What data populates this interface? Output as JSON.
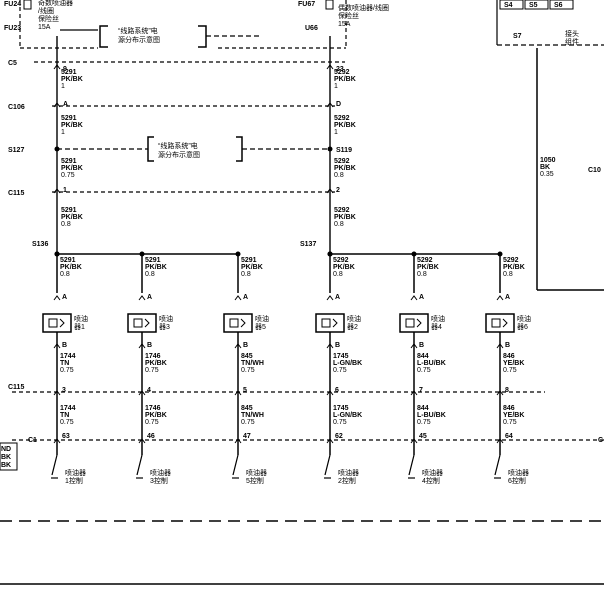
{
  "fuses": {
    "left": {
      "name": "FU24",
      "lines": [
        "奇数喷油器",
        "/线圈",
        "保险丝",
        "15A"
      ]
    },
    "right": {
      "name": "FU67",
      "lines": [
        "偶数喷油器/线圈",
        "保险丝",
        "15A"
      ]
    },
    "left_lower_name": "FU23",
    "right_lower_name": "U66"
  },
  "notes": {
    "power_dist": [
      "“线路系统”电",
      "源分布示意图"
    ],
    "splice_dist": [
      "“线路系统”电",
      "源分布示意图"
    ]
  },
  "trunk_left": {
    "pins": {
      "c5": "9",
      "c106": "A",
      "s127": "",
      "c115": "1"
    },
    "segments": [
      [
        "5291",
        "PK/BK",
        "1"
      ],
      [
        "5291",
        "PK/BK",
        "1"
      ],
      [
        "5291",
        "PK/BK",
        "0.75"
      ],
      [
        "5291",
        "PK/BK",
        "0.8"
      ]
    ]
  },
  "trunk_right": {
    "pins": {
      "c5": "23",
      "c106": "D",
      "s119": "",
      "c115": "2"
    },
    "segments": [
      [
        "5292",
        "PK/BK",
        "1"
      ],
      [
        "5292",
        "PK/BK",
        "1"
      ],
      [
        "5292",
        "PK/BK",
        "0.8"
      ],
      [
        "5292",
        "PK/BK",
        "0.8"
      ]
    ]
  },
  "connectors": {
    "c5": "C5",
    "c106": "C106",
    "s127": "S127",
    "s119": "S119",
    "c115": "C115",
    "s136": "S136",
    "s137": "S137",
    "c115b": "C115",
    "c1": "C1",
    "c1r": "C"
  },
  "injectors": [
    {
      "name": [
        "喷油",
        "器1"
      ],
      "in": [
        "5291",
        "PK/BK",
        "0.8"
      ],
      "out": [
        "1744",
        "TN",
        "0.75"
      ],
      "pin_c115": "3",
      "wire_c1": [
        "1744",
        "TN",
        "0.75"
      ],
      "pin_c1": "63",
      "ctrl": [
        "喷油器",
        "1控制"
      ]
    },
    {
      "name": [
        "喷油",
        "器3"
      ],
      "in": [
        "5291",
        "PK/BK",
        "0.8"
      ],
      "out": [
        "1746",
        "PK/BK",
        "0.75"
      ],
      "pin_c115": "4",
      "wire_c1": [
        "1746",
        "PK/BK",
        "0.75"
      ],
      "pin_c1": "46",
      "ctrl": [
        "喷油器",
        "3控制"
      ]
    },
    {
      "name": [
        "喷油",
        "器5"
      ],
      "in": [
        "5291",
        "PK/BK",
        "0.8"
      ],
      "out": [
        "845",
        "TN/WH",
        "0.75"
      ],
      "pin_c115": "5",
      "wire_c1": [
        "845",
        "TN/WH",
        "0.75"
      ],
      "pin_c1": "47",
      "ctrl": [
        "喷油器",
        "5控制"
      ]
    },
    {
      "name": [
        "喷油",
        "器2"
      ],
      "in": [
        "5292",
        "PK/BK",
        "0.8"
      ],
      "out": [
        "1745",
        "L-GN/BK",
        "0.75"
      ],
      "pin_c115": "6",
      "wire_c1": [
        "1745",
        "L-GN/BK",
        "0.75"
      ],
      "pin_c1": "62",
      "ctrl": [
        "喷油器",
        "2控制"
      ]
    },
    {
      "name": [
        "喷油",
        "器4"
      ],
      "in": [
        "5292",
        "PK/BK",
        "0.8"
      ],
      "out": [
        "844",
        "L-BU/BK",
        "0.75"
      ],
      "pin_c115": "7",
      "wire_c1": [
        "844",
        "L-BU/BK",
        "0.75"
      ],
      "pin_c1": "45",
      "ctrl": [
        "喷油器",
        "4控制"
      ]
    },
    {
      "name": [
        "喷油",
        "器6"
      ],
      "in": [
        "5292",
        "PK/BK",
        "0.8"
      ],
      "out": [
        "846",
        "YE/BK",
        "0.75"
      ],
      "pin_c115": "8",
      "wire_c1": [
        "846",
        "YE/BK",
        "0.75"
      ],
      "pin_c1": "64",
      "ctrl": [
        "喷油器",
        "6控制"
      ]
    }
  ],
  "pins_ab": {
    "a": "A",
    "b": "B"
  },
  "right_module": {
    "splices": [
      "S4",
      "S5",
      "S6"
    ],
    "s7": "S7",
    "ground_label": [
      "接头",
      "组件"
    ],
    "wire": [
      "1050",
      "BK",
      "0.35"
    ],
    "conn": "C10"
  },
  "left_edge": [
    "ND",
    "BK",
    "BK"
  ]
}
